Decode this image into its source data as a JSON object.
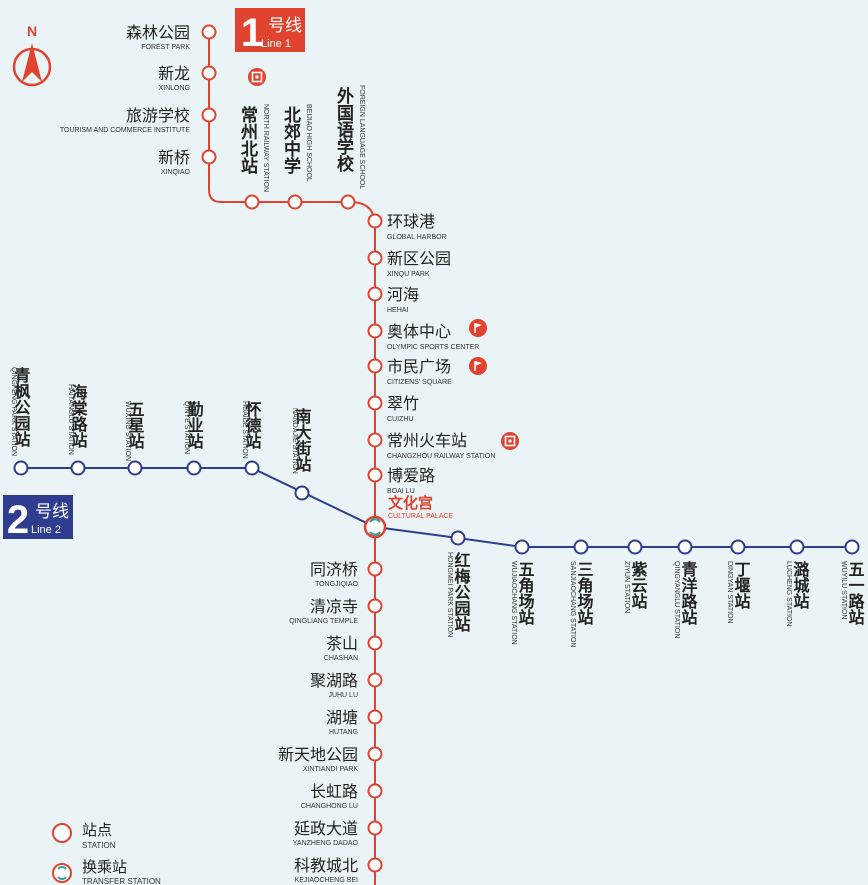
{
  "compass": {
    "label": "N"
  },
  "lines": {
    "line1": {
      "number": "1",
      "zh": "号线",
      "en": "Line 1",
      "color": "#e0432f"
    },
    "line2": {
      "number": "2",
      "zh": "号线",
      "en": "Line 2",
      "color": "#2e3d8f"
    }
  },
  "line1_stations": [
    {
      "zh": "森林公园",
      "en": "FOREST PARK"
    },
    {
      "zh": "新龙",
      "en": "XINLONG"
    },
    {
      "zh": "旅游学校",
      "en": "TOURISM AND COMMERCE INSTITUTE"
    },
    {
      "zh": "新桥",
      "en": "XINQIAO"
    },
    {
      "zh": "常州北站",
      "en": "NORTH RAILWAY STATION"
    },
    {
      "zh": "北郊中学",
      "en": "BEIJIAO HIGH SCHOOL"
    },
    {
      "zh": "外国语学校",
      "en": "FOREIGN LANGUAGE SCHOOL"
    },
    {
      "zh": "环球港",
      "en": "GLOBAL HARBOR"
    },
    {
      "zh": "新区公园",
      "en": "XINQU PARK"
    },
    {
      "zh": "河海",
      "en": "HEHAI"
    },
    {
      "zh": "奥体中心",
      "en": "OLYMPIC SPORTS CENTER"
    },
    {
      "zh": "市民广场",
      "en": "CITIZENS' SQUARE"
    },
    {
      "zh": "翠竹",
      "en": "CUIZHU"
    },
    {
      "zh": "常州火车站",
      "en": "CHANGZHOU RAILWAY STATION"
    },
    {
      "zh": "博爱路",
      "en": "BOAI LU"
    },
    {
      "zh": "同济桥",
      "en": "TONGJIQIAO"
    },
    {
      "zh": "清凉寺",
      "en": "QINGLIANG TEMPLE"
    },
    {
      "zh": "茶山",
      "en": "CHASHAN"
    },
    {
      "zh": "聚湖路",
      "en": "JUHU LU"
    },
    {
      "zh": "湖塘",
      "en": "HUTANG"
    },
    {
      "zh": "新天地公园",
      "en": "XINTIANDI PARK"
    },
    {
      "zh": "长虹路",
      "en": "CHANGHONG LU"
    },
    {
      "zh": "延政大道",
      "en": "YANZHENG DADAO"
    },
    {
      "zh": "科教城北",
      "en": "KEJIAOCHENG BEI"
    }
  ],
  "transfer_station": {
    "zh": "文化宫",
    "en": "CULTURAL PALACE"
  },
  "line2_west": [
    {
      "zh": "青枫公园站",
      "en": "QINGFENG PARK STATION"
    },
    {
      "zh": "海棠路站",
      "en": "HAITANGLU STATION"
    },
    {
      "zh": "五星站",
      "en": "WUXING STATION"
    },
    {
      "zh": "勤业站",
      "en": "QINYE STATION"
    },
    {
      "zh": "怀德站",
      "en": "HUAIDE STATION"
    },
    {
      "zh": "南大街站",
      "en": "NANDAJIE STATION"
    }
  ],
  "line2_east": [
    {
      "zh": "红梅公园站",
      "en": "HONGMEI PARK STATION"
    },
    {
      "zh": "五角场站",
      "en": "WUJIAOCHANG STATION"
    },
    {
      "zh": "三角场站",
      "en": "SANJIAOCHANG STATION"
    },
    {
      "zh": "紫云站",
      "en": "ZIYUN STATION"
    },
    {
      "zh": "青洋路站",
      "en": "QINGYANGLU STATION"
    },
    {
      "zh": "丁堰站",
      "en": "DINGYAN STATION"
    },
    {
      "zh": "潞城站",
      "en": "LUCHENG STATION"
    },
    {
      "zh": "五一路站",
      "en": "WUYILU STATION"
    }
  ],
  "legend": {
    "station": {
      "zh": "站点",
      "en": "STATION"
    },
    "transfer": {
      "zh": "换乘站",
      "en": "TRANSFER STATION"
    }
  },
  "icons": {
    "railway": "railway-station-icon",
    "flag": "flag-icon",
    "transfer": "transfer-icon",
    "compass": "north-arrow-icon"
  }
}
